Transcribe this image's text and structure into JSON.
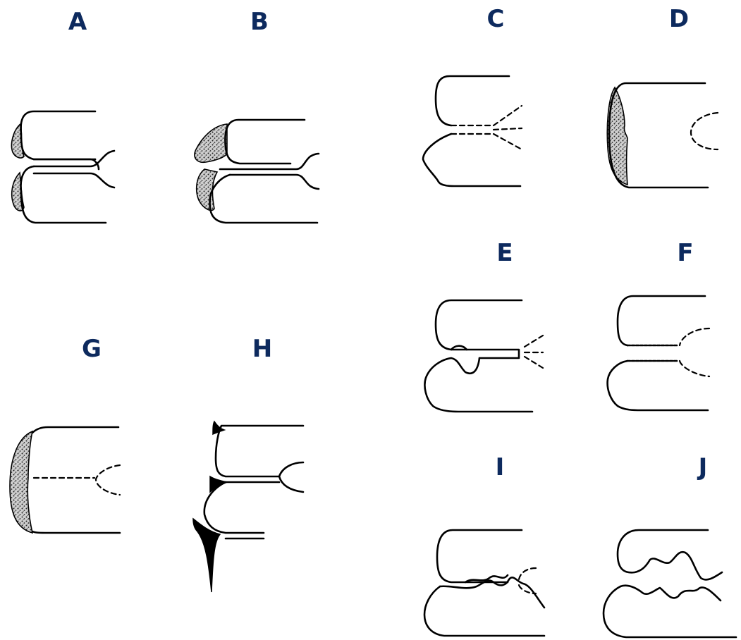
{
  "colors": {
    "label": "#0d2a5e",
    "line": "#000000",
    "background": "#ffffff"
  },
  "panels": [
    {
      "id": "A",
      "label": "A"
    },
    {
      "id": "B",
      "label": "B"
    },
    {
      "id": "C",
      "label": "C"
    },
    {
      "id": "D",
      "label": "D"
    },
    {
      "id": "E",
      "label": "E"
    },
    {
      "id": "F",
      "label": "F"
    },
    {
      "id": "G",
      "label": "G"
    },
    {
      "id": "H",
      "label": "H"
    },
    {
      "id": "I",
      "label": "I"
    },
    {
      "id": "J",
      "label": "J"
    }
  ]
}
